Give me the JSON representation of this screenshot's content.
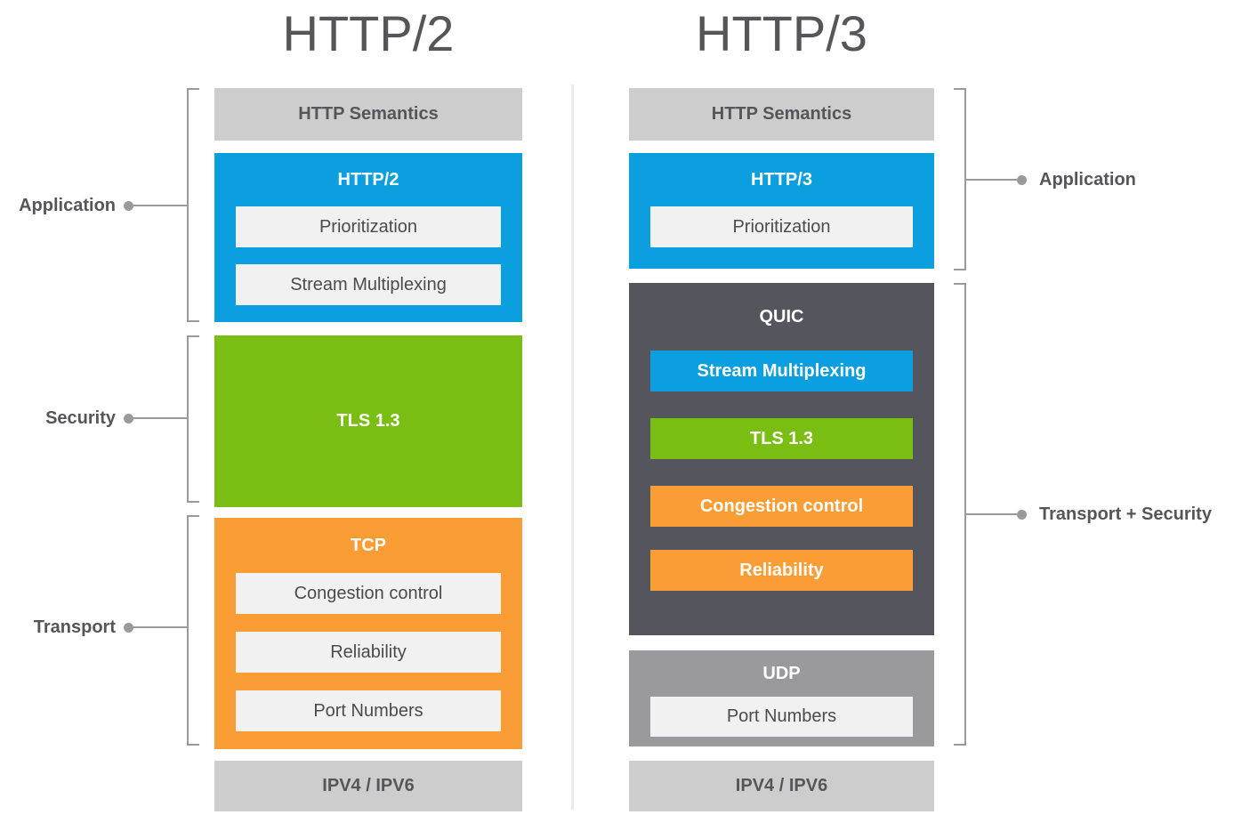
{
  "titles": {
    "left": "HTTP/2",
    "right": "HTTP/3"
  },
  "left_stack": {
    "http_semantics": "HTTP Semantics",
    "http2": {
      "title": "HTTP/2",
      "items": [
        "Prioritization",
        "Stream Multiplexing"
      ]
    },
    "tls": "TLS 1.3",
    "tcp": {
      "title": "TCP",
      "items": [
        "Congestion control",
        "Reliability",
        "Port Numbers"
      ]
    },
    "ip": "IPV4 / IPV6"
  },
  "right_stack": {
    "http_semantics": "HTTP Semantics",
    "http3": {
      "title": "HTTP/3",
      "items": [
        "Prioritization"
      ]
    },
    "quic": {
      "title": "QUIC",
      "items": [
        "Stream Multiplexing",
        "TLS 1.3",
        "Congestion control",
        "Reliability"
      ]
    },
    "udp": {
      "title": "UDP",
      "items": [
        "Port Numbers"
      ]
    },
    "ip": "IPV4 / IPV6"
  },
  "side_labels": {
    "left_application": "Application",
    "left_security": "Security",
    "left_transport": "Transport",
    "right_application": "Application",
    "right_transport_security": "Transport + Security"
  },
  "colors": {
    "blue": "#0C9FE0",
    "green": "#7ABE13",
    "orange": "#FB9D35",
    "quic_dark": "#55555D",
    "udp_gray": "#9A9A9C",
    "bar_gray": "#CDCDCD",
    "subbox_bg": "#F1F1F1",
    "text_dark": "#55565A",
    "connector_gray": "#9A9A9A",
    "divider_gray": "#EBEBEB"
  }
}
